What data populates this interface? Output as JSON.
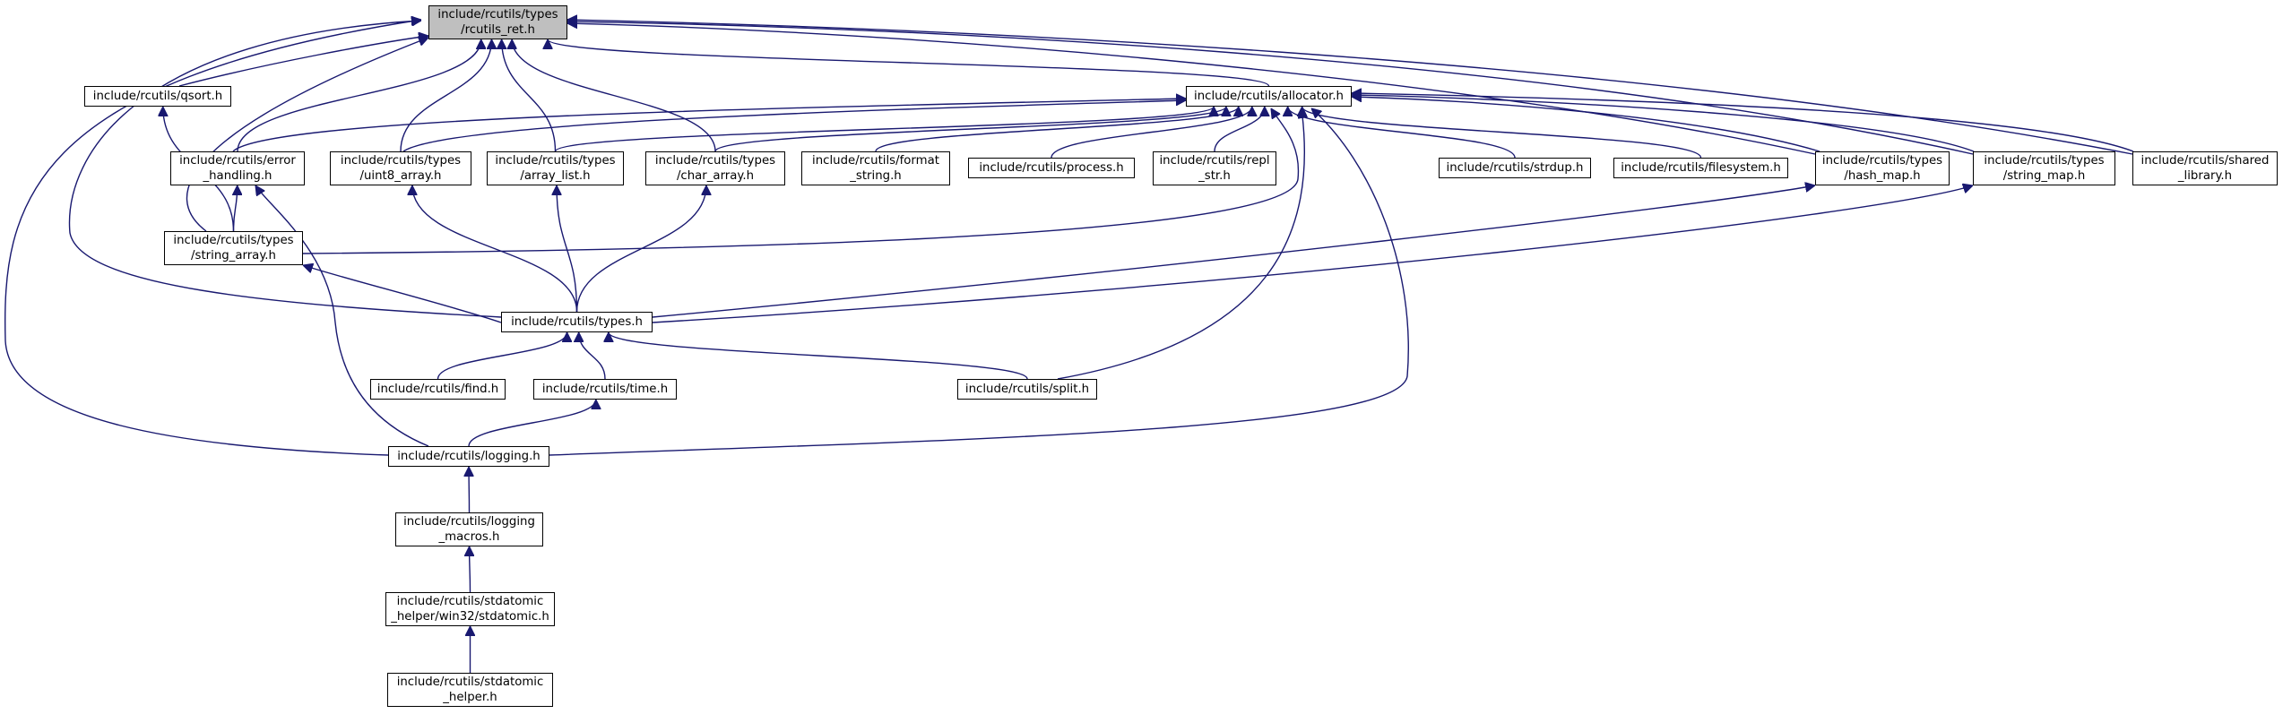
{
  "diagram": {
    "root": "rcutils_ret",
    "colors": {
      "edge": "#191970",
      "node_border": "#000000",
      "root_fill": "#bfbfbf",
      "node_fill": "#ffffff"
    },
    "nodes": [
      {
        "id": "rcutils_ret",
        "label": "include/rcutils/types\n/rcutils_ret.h"
      },
      {
        "id": "qsort",
        "label": "include/rcutils/qsort.h"
      },
      {
        "id": "allocator",
        "label": "include/rcutils/allocator.h"
      },
      {
        "id": "error_handling",
        "label": "include/rcutils/error\n_handling.h"
      },
      {
        "id": "uint8_array",
        "label": "include/rcutils/types\n/uint8_array.h"
      },
      {
        "id": "array_list",
        "label": "include/rcutils/types\n/array_list.h"
      },
      {
        "id": "char_array",
        "label": "include/rcutils/types\n/char_array.h"
      },
      {
        "id": "format_string",
        "label": "include/rcutils/format\n_string.h"
      },
      {
        "id": "process",
        "label": "include/rcutils/process.h"
      },
      {
        "id": "repl_str",
        "label": "include/rcutils/repl\n_str.h"
      },
      {
        "id": "strdup",
        "label": "include/rcutils/strdup.h"
      },
      {
        "id": "filesystem",
        "label": "include/rcutils/filesystem.h"
      },
      {
        "id": "hash_map",
        "label": "include/rcutils/types\n/hash_map.h"
      },
      {
        "id": "string_map",
        "label": "include/rcutils/types\n/string_map.h"
      },
      {
        "id": "shared_library",
        "label": "include/rcutils/shared\n_library.h"
      },
      {
        "id": "string_array",
        "label": "include/rcutils/types\n/string_array.h"
      },
      {
        "id": "types",
        "label": "include/rcutils/types.h"
      },
      {
        "id": "find",
        "label": "include/rcutils/find.h"
      },
      {
        "id": "time",
        "label": "include/rcutils/time.h"
      },
      {
        "id": "split",
        "label": "include/rcutils/split.h"
      },
      {
        "id": "logging",
        "label": "include/rcutils/logging.h"
      },
      {
        "id": "logging_macros",
        "label": "include/rcutils/logging\n_macros.h"
      },
      {
        "id": "stdatomic_win32",
        "label": "include/rcutils/stdatomic\n_helper/win32/stdatomic.h"
      },
      {
        "id": "stdatomic_helper",
        "label": "include/rcutils/stdatomic\n_helper.h"
      }
    ],
    "edges": [
      {
        "from": "qsort",
        "to": "rcutils_ret"
      },
      {
        "from": "allocator",
        "to": "rcutils_ret"
      },
      {
        "from": "error_handling",
        "to": "rcutils_ret"
      },
      {
        "from": "uint8_array",
        "to": "rcutils_ret"
      },
      {
        "from": "array_list",
        "to": "rcutils_ret"
      },
      {
        "from": "char_array",
        "to": "rcutils_ret"
      },
      {
        "from": "hash_map",
        "to": "rcutils_ret"
      },
      {
        "from": "string_map",
        "to": "rcutils_ret"
      },
      {
        "from": "shared_library",
        "to": "rcutils_ret"
      },
      {
        "from": "string_array",
        "to": "rcutils_ret"
      },
      {
        "from": "types",
        "to": "rcutils_ret"
      },
      {
        "from": "logging",
        "to": "rcutils_ret"
      },
      {
        "from": "error_handling",
        "to": "allocator"
      },
      {
        "from": "uint8_array",
        "to": "allocator"
      },
      {
        "from": "array_list",
        "to": "allocator"
      },
      {
        "from": "char_array",
        "to": "allocator"
      },
      {
        "from": "format_string",
        "to": "allocator"
      },
      {
        "from": "process",
        "to": "allocator"
      },
      {
        "from": "repl_str",
        "to": "allocator"
      },
      {
        "from": "strdup",
        "to": "allocator"
      },
      {
        "from": "filesystem",
        "to": "allocator"
      },
      {
        "from": "hash_map",
        "to": "allocator"
      },
      {
        "from": "string_map",
        "to": "allocator"
      },
      {
        "from": "shared_library",
        "to": "allocator"
      },
      {
        "from": "string_array",
        "to": "allocator"
      },
      {
        "from": "split",
        "to": "allocator"
      },
      {
        "from": "logging",
        "to": "allocator"
      },
      {
        "from": "string_array",
        "to": "qsort"
      },
      {
        "from": "string_array",
        "to": "error_handling"
      },
      {
        "from": "logging",
        "to": "error_handling"
      },
      {
        "from": "types",
        "to": "uint8_array"
      },
      {
        "from": "types",
        "to": "array_list"
      },
      {
        "from": "types",
        "to": "char_array"
      },
      {
        "from": "types",
        "to": "hash_map"
      },
      {
        "from": "types",
        "to": "string_map"
      },
      {
        "from": "types",
        "to": "string_array"
      },
      {
        "from": "find",
        "to": "types"
      },
      {
        "from": "time",
        "to": "types"
      },
      {
        "from": "split",
        "to": "types"
      },
      {
        "from": "logging",
        "to": "time"
      },
      {
        "from": "logging_macros",
        "to": "logging"
      },
      {
        "from": "stdatomic_win32",
        "to": "logging_macros"
      },
      {
        "from": "stdatomic_helper",
        "to": "stdatomic_win32"
      }
    ]
  }
}
